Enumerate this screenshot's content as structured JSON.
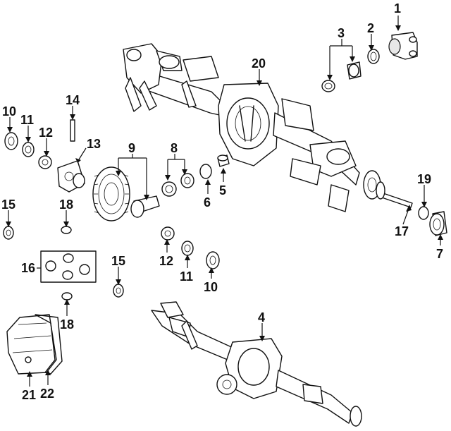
{
  "callouts": [
    {
      "id": "c1",
      "label": "1"
    },
    {
      "id": "c2",
      "label": "2"
    },
    {
      "id": "c3",
      "label": "3"
    },
    {
      "id": "c4",
      "label": "4"
    },
    {
      "id": "c5",
      "label": "5"
    },
    {
      "id": "c6",
      "label": "6"
    },
    {
      "id": "c7",
      "label": "7"
    },
    {
      "id": "c8",
      "label": "8"
    },
    {
      "id": "c9",
      "label": "9"
    },
    {
      "id": "c10a",
      "label": "10"
    },
    {
      "id": "c10b",
      "label": "10"
    },
    {
      "id": "c11a",
      "label": "11"
    },
    {
      "id": "c11b",
      "label": "11"
    },
    {
      "id": "c12a",
      "label": "12"
    },
    {
      "id": "c12b",
      "label": "12"
    },
    {
      "id": "c13",
      "label": "13"
    },
    {
      "id": "c14",
      "label": "14"
    },
    {
      "id": "c15a",
      "label": "15"
    },
    {
      "id": "c15b",
      "label": "15"
    },
    {
      "id": "c16",
      "label": "16"
    },
    {
      "id": "c17",
      "label": "17"
    },
    {
      "id": "c18a",
      "label": "18"
    },
    {
      "id": "c18b",
      "label": "18"
    },
    {
      "id": "c19",
      "label": "19"
    },
    {
      "id": "c20",
      "label": "20"
    },
    {
      "id": "c21",
      "label": "21"
    },
    {
      "id": "c22",
      "label": "22"
    }
  ]
}
